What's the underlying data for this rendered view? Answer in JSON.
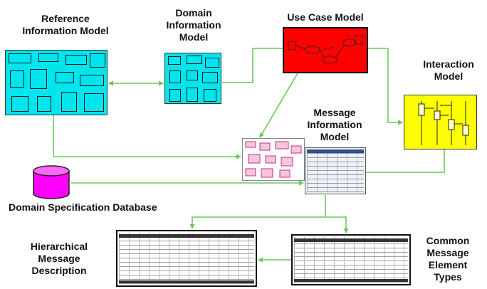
{
  "labels": {
    "rim": [
      "Reference",
      "Information Model"
    ],
    "dim": [
      "Domain",
      "Information",
      "Model"
    ],
    "ucm": [
      "Use Case Model"
    ],
    "im": [
      "Interaction",
      "Model"
    ],
    "mim": [
      "Message",
      "Information",
      "Model"
    ],
    "dsd": [
      "Domain Specification Database"
    ],
    "hmd": [
      "Hierarchical",
      "Message",
      "Description"
    ],
    "cmet": [
      "Common",
      "Message",
      "Element",
      "Types"
    ]
  },
  "colors": {
    "rim": "#00e5ee",
    "dim": "#00e5ee",
    "ucm": "#ff0000",
    "im": "#ffff00",
    "database": "#ff00ff",
    "connector": "#66cc55"
  }
}
